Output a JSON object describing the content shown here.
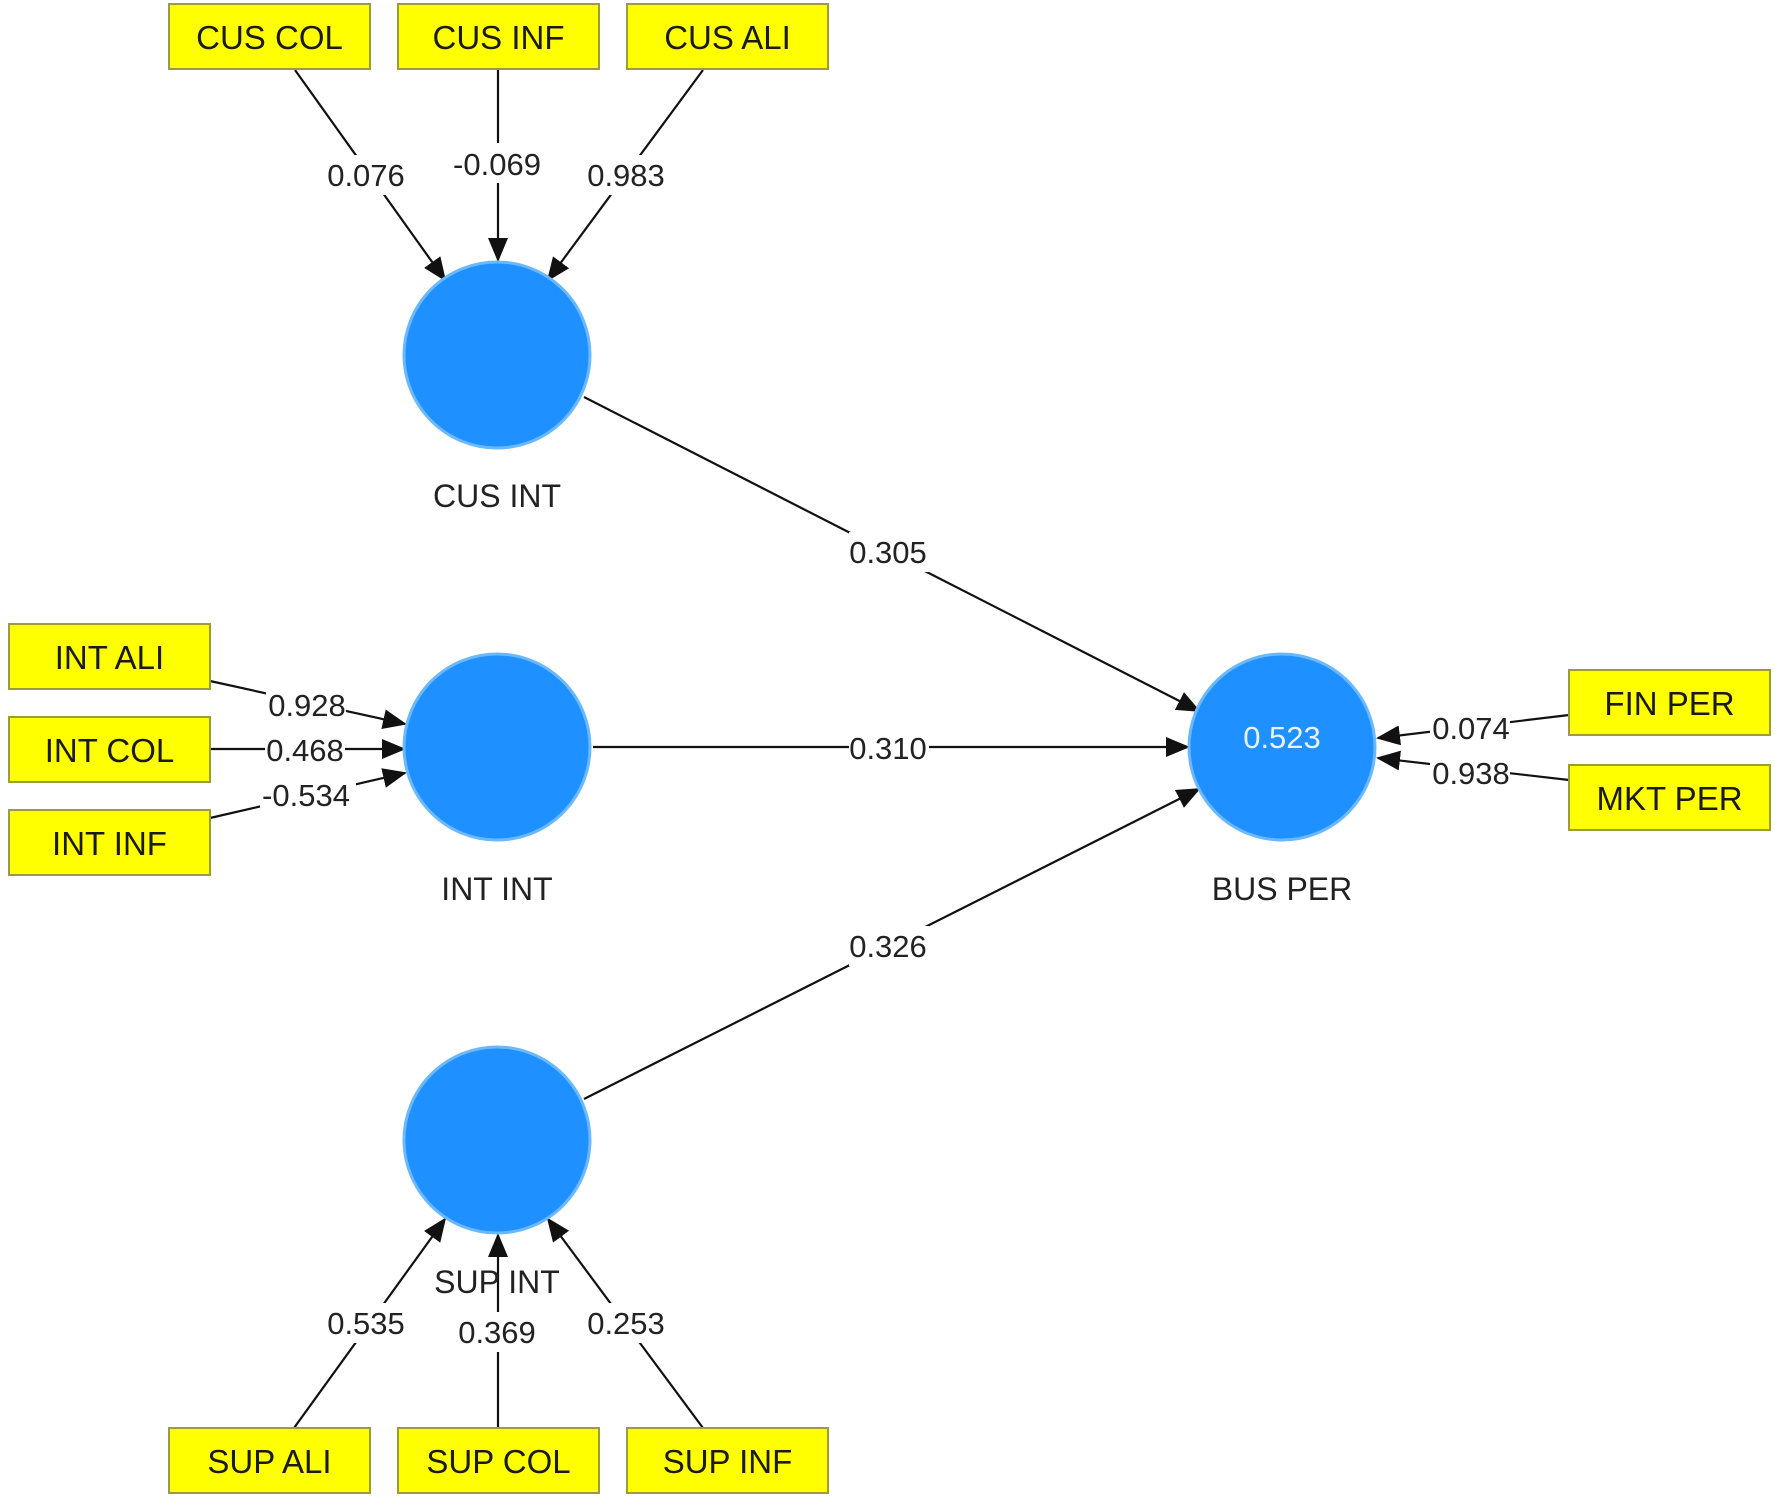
{
  "constructs": {
    "cus_int": {
      "name": "CUS INT",
      "color": "#1e90ff"
    },
    "int_int": {
      "name": "INT INT",
      "color": "#1e90ff"
    },
    "sup_int": {
      "name": "SUP INT",
      "color": "#1e90ff"
    },
    "bus_per": {
      "name": "BUS PER",
      "r_squared": "0.523",
      "color": "#1e90ff"
    }
  },
  "indicators": {
    "cus_col": "CUS COL",
    "cus_inf": "CUS INF",
    "cus_ali": "CUS ALI",
    "int_ali": "INT ALI",
    "int_col": "INT COL",
    "int_inf": "INT INF",
    "sup_ali": "SUP ALI",
    "sup_col": "SUP COL",
    "sup_inf": "SUP INF",
    "fin_per": "FIN PER",
    "mkt_per": "MKT PER"
  },
  "weights": {
    "cus_col": "0.076",
    "cus_inf": "-0.069",
    "cus_ali": "0.983",
    "int_ali": "0.928",
    "int_col": "0.468",
    "int_inf": "-0.534",
    "sup_ali": "0.535",
    "sup_col": "0.369",
    "sup_inf": "0.253",
    "fin_per": "0.074",
    "mkt_per": "0.938"
  },
  "paths": {
    "cus_to_bus": "0.305",
    "int_to_bus": "0.310",
    "sup_to_bus": "0.326"
  },
  "colors": {
    "construct_fill": "#1e90ff",
    "indicator_fill": "#ffff00"
  }
}
